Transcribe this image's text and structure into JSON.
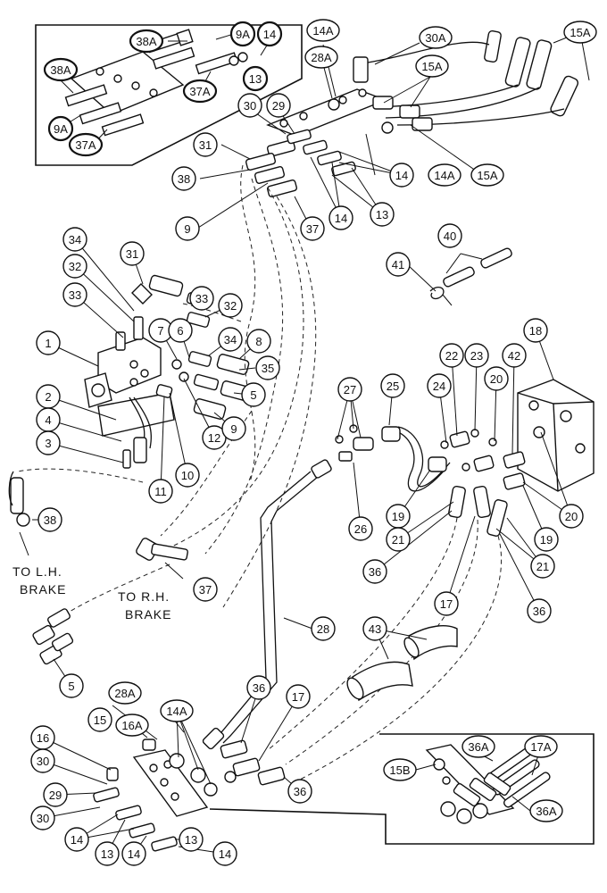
{
  "callouts": [
    {
      "id": "c-38A-top",
      "label": "38A"
    },
    {
      "id": "c-9A-top",
      "label": "9A"
    },
    {
      "id": "c-14-top",
      "label": "14"
    },
    {
      "id": "c-13-top",
      "label": "13"
    },
    {
      "id": "c-37A-top",
      "label": "37A"
    },
    {
      "id": "c-38A-left",
      "label": "38A"
    },
    {
      "id": "c-9A-left",
      "label": "9A"
    },
    {
      "id": "c-37A-left",
      "label": "37A"
    },
    {
      "id": "c-14A-top",
      "label": "14A"
    },
    {
      "id": "c-28A-top",
      "label": "28A"
    },
    {
      "id": "c-30A",
      "label": "30A"
    },
    {
      "id": "c-15A-1",
      "label": "15A"
    },
    {
      "id": "c-15A-2",
      "label": "15A"
    },
    {
      "id": "c-15A-3",
      "label": "15A"
    },
    {
      "id": "c-14A-mid",
      "label": "14A"
    },
    {
      "id": "c-30",
      "label": "30"
    },
    {
      "id": "c-29",
      "label": "29"
    },
    {
      "id": "c-31-top",
      "label": "31"
    },
    {
      "id": "c-38-top",
      "label": "38"
    },
    {
      "id": "c-9-top",
      "label": "9"
    },
    {
      "id": "c-37-top",
      "label": "37"
    },
    {
      "id": "c-14-a",
      "label": "14"
    },
    {
      "id": "c-14-b",
      "label": "14"
    },
    {
      "id": "c-13-a",
      "label": "13"
    },
    {
      "id": "c-40",
      "label": "40"
    },
    {
      "id": "c-41",
      "label": "41"
    },
    {
      "id": "c-34-a",
      "label": "34"
    },
    {
      "id": "c-31-mid",
      "label": "31"
    },
    {
      "id": "c-32-a",
      "label": "32"
    },
    {
      "id": "c-33-a",
      "label": "33"
    },
    {
      "id": "c-33-b",
      "label": "33"
    },
    {
      "id": "c-32-b",
      "label": "32"
    },
    {
      "id": "c-7",
      "label": "7"
    },
    {
      "id": "c-6",
      "label": "6"
    },
    {
      "id": "c-34-b",
      "label": "34"
    },
    {
      "id": "c-8",
      "label": "8"
    },
    {
      "id": "c-1",
      "label": "1"
    },
    {
      "id": "c-35",
      "label": "35"
    },
    {
      "id": "c-2",
      "label": "2"
    },
    {
      "id": "c-5-mid",
      "label": "5"
    },
    {
      "id": "c-4",
      "label": "4"
    },
    {
      "id": "c-12",
      "label": "12"
    },
    {
      "id": "c-9-mid",
      "label": "9"
    },
    {
      "id": "c-3",
      "label": "3"
    },
    {
      "id": "c-10",
      "label": "10"
    },
    {
      "id": "c-11",
      "label": "11"
    },
    {
      "id": "c-38-mid",
      "label": "38"
    },
    {
      "id": "c-27",
      "label": "27"
    },
    {
      "id": "c-25",
      "label": "25"
    },
    {
      "id": "c-24",
      "label": "24"
    },
    {
      "id": "c-22",
      "label": "22"
    },
    {
      "id": "c-23",
      "label": "23"
    },
    {
      "id": "c-42",
      "label": "42"
    },
    {
      "id": "c-18",
      "label": "18"
    },
    {
      "id": "c-20-a",
      "label": "20"
    },
    {
      "id": "c-20-b",
      "label": "20"
    },
    {
      "id": "c-26",
      "label": "26"
    },
    {
      "id": "c-19-a",
      "label": "19"
    },
    {
      "id": "c-19-b",
      "label": "19"
    },
    {
      "id": "c-21-a",
      "label": "21"
    },
    {
      "id": "c-21-b",
      "label": "21"
    },
    {
      "id": "c-36-a",
      "label": "36"
    },
    {
      "id": "c-17-mid",
      "label": "17"
    },
    {
      "id": "c-36-b",
      "label": "36"
    },
    {
      "id": "c-37-mid",
      "label": "37"
    },
    {
      "id": "c-28",
      "label": "28"
    },
    {
      "id": "c-43",
      "label": "43"
    },
    {
      "id": "c-5-bot",
      "label": "5"
    },
    {
      "id": "c-28A-bot",
      "label": "28A"
    },
    {
      "id": "c-14A-bot",
      "label": "14A"
    },
    {
      "id": "c-36-bot",
      "label": "36"
    },
    {
      "id": "c-17-bot",
      "label": "17"
    },
    {
      "id": "c-15",
      "label": "15"
    },
    {
      "id": "c-16A",
      "label": "16A"
    },
    {
      "id": "c-16",
      "label": "16"
    },
    {
      "id": "c-30-bot",
      "label": "30"
    },
    {
      "id": "c-29-bot",
      "label": "29"
    },
    {
      "id": "c-30-bot2",
      "label": "30"
    },
    {
      "id": "c-36-bot2",
      "label": "36"
    },
    {
      "id": "c-14-bot-a",
      "label": "14"
    },
    {
      "id": "c-13-bot-a",
      "label": "13"
    },
    {
      "id": "c-14-bot-b",
      "label": "14"
    },
    {
      "id": "c-13-bot-b",
      "label": "13"
    },
    {
      "id": "c-14-bot-c",
      "label": "14"
    },
    {
      "id": "c-36A-top",
      "label": "36A"
    },
    {
      "id": "c-17A",
      "label": "17A"
    },
    {
      "id": "c-15B",
      "label": "15B"
    },
    {
      "id": "c-36A-bot",
      "label": "36A"
    }
  ],
  "notes": {
    "lh_brake_line1": "TO L.H.",
    "lh_brake_line2": "BRAKE",
    "rh_brake_line1": "TO R.H.",
    "rh_brake_line2": "BRAKE"
  }
}
